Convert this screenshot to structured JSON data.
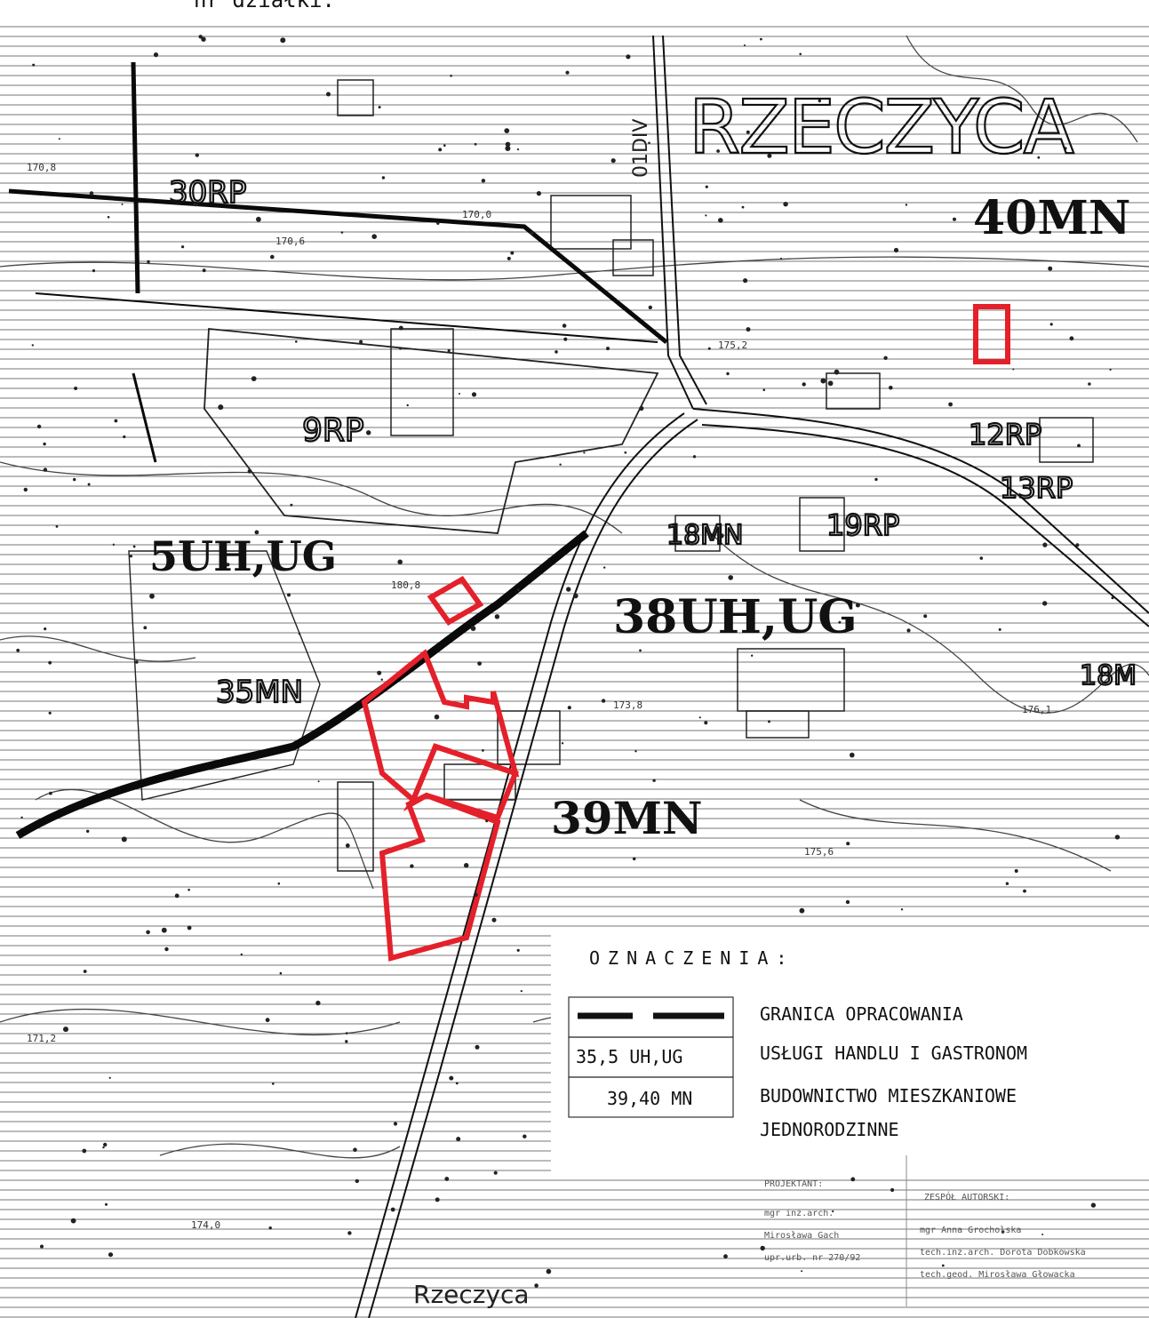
{
  "header": {
    "text": "nr działki:"
  },
  "place_names": {
    "village_big": "RZECZYCA",
    "village_small": "Rzeczyca"
  },
  "zones": {
    "z40mn": "40MN",
    "z5uhug": "5UH,UG",
    "z38uhug": "38UH,UG",
    "z39mn": "39MN",
    "z35mn": "35MN",
    "z9rp": "9RP",
    "z12rp": "12RP",
    "z13rp": "13RP",
    "z19rp": "19RP",
    "z18mn": "18MN",
    "z30rp": "30RP",
    "z18m": "18M",
    "road": "01DIV"
  },
  "elevations": {
    "e1708": "170,8",
    "e1752": "175,2",
    "e1700": "170,0",
    "e1706": "170,6",
    "e1738": "173,8",
    "e1761": "176,1",
    "e1756": "175,6",
    "e1712": "171,2",
    "e1740": "174,0",
    "e1808": "180,8"
  },
  "legend": {
    "title": "OZNACZENIA:",
    "items": [
      {
        "label": "GRANICA OPRACOWANIA"
      },
      {
        "code": "35,5 UH,UG",
        "label": "USŁUGI HANDLU I GASTRONOM"
      },
      {
        "code": "39,40 MN",
        "label": "BUDOWNICTWO MIESZKANIOWE"
      }
    ],
    "label_cont": "JEDNORODZINNE"
  },
  "credits": {
    "left": [
      "PROJEKTANT:",
      "mgr inż.arch.",
      "Mirosława Gach",
      "upr.urb. nr 270/92"
    ],
    "right_title": "ZESPÓŁ AUTORSKI:",
    "right": [
      "mgr Anna Grocholska",
      "tech.inż.arch. Dorota Dobkowska",
      "tech.geod. Mirosława Głowacka"
    ]
  },
  "colors": {
    "parcel_highlight": "#e4202a",
    "ink": "#111111",
    "paper": "#ffffff"
  }
}
